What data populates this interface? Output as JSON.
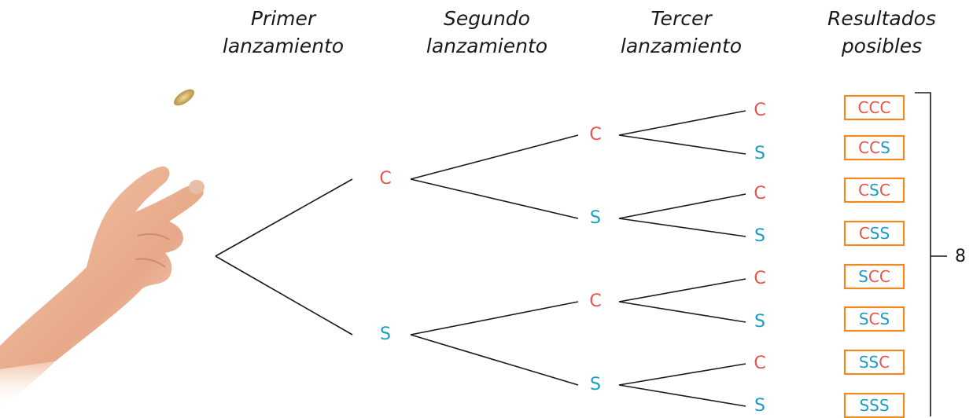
{
  "headers": {
    "first": {
      "line1": "Primer",
      "line2": "lanzamiento"
    },
    "second": {
      "line1": "Segundo",
      "line2": "lanzamiento"
    },
    "third": {
      "line1": "Tercer",
      "line2": "lanzamiento"
    },
    "results": {
      "line1": "Resultados",
      "line2": "posibles"
    }
  },
  "colors": {
    "C": "#e8534a",
    "S": "#1b9cc4",
    "box_border": "#f08a1e",
    "line": "#1a1a1a"
  },
  "tree": {
    "level1": [
      "C",
      "S"
    ],
    "level2": [
      "C",
      "S",
      "C",
      "S"
    ],
    "level3": [
      "C",
      "S",
      "C",
      "S",
      "C",
      "S",
      "C",
      "S"
    ]
  },
  "results": [
    "CCC",
    "CCS",
    "CSC",
    "CSS",
    "SCC",
    "SCS",
    "SSC",
    "SSS"
  ],
  "total_count": "8",
  "illustration": "hand-flipping-coin"
}
